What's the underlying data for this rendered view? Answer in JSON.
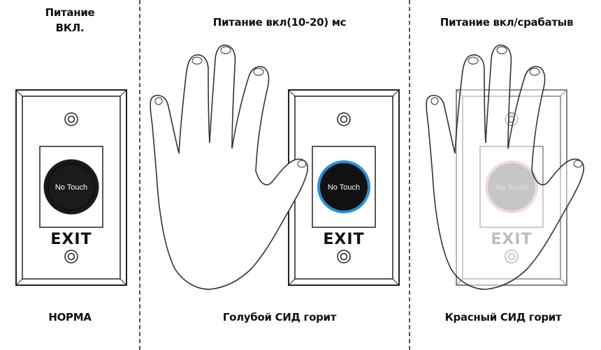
{
  "columns": [
    {
      "title_lines": [
        "Питание",
        "ВКЛ."
      ],
      "caption": "НОРМА",
      "button_text": "No Touch",
      "exit_text": "EXIT",
      "ring_color": "#1a1a1a",
      "hand": "none"
    },
    {
      "title_lines": [
        "Питание вкл(10-20) мс"
      ],
      "caption": "Голубой СИД горит",
      "button_text": "No Touch",
      "exit_text": "EXIT",
      "ring_color": "#2a8fd6",
      "hand": "approaching"
    },
    {
      "title_lines": [
        "Питание вкл/срабатыв"
      ],
      "caption": "Красный СИД горит",
      "button_text": "No Touch",
      "exit_text": "EXIT",
      "ring_color": "#d98a8a",
      "hand": "covering"
    }
  ],
  "colors": {
    "divider": "#555555",
    "plate_outline": "#222222",
    "button_face": "#111111",
    "blue_led": "#2a8fd6",
    "red_led": "#d98a8a"
  },
  "icons": [
    "screw-icon",
    "hand-outline-icon",
    "touch-button-icon"
  ]
}
